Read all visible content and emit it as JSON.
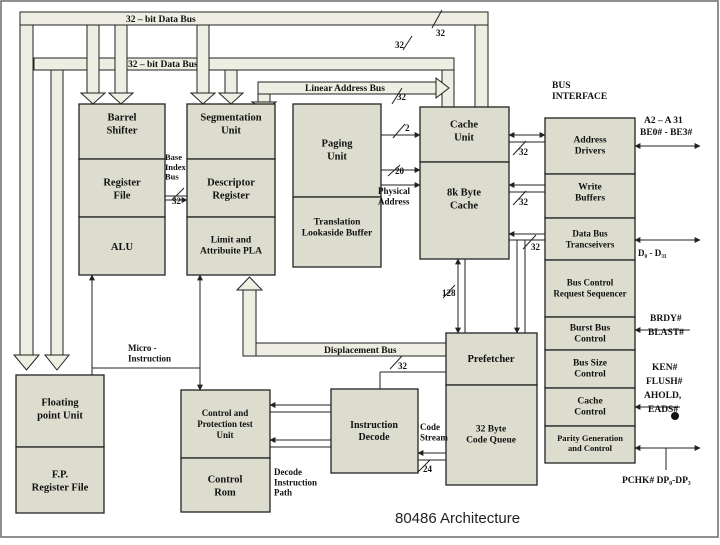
{
  "blocks": {
    "barrel_shifter": "Barrel Shifter",
    "register_file": "Register File",
    "alu": "ALU",
    "segmentation_unit": "Segmentation Unit",
    "descriptor_register": "Descriptor Register",
    "limit_attribute_pla": "Limit and Attribuite PLA",
    "paging_unit": "Paging Unit",
    "tlb": "Translation Lookaside Buffer",
    "cache_unit": "Cache Unit",
    "byte_cache": "8k Byte Cache",
    "address_drivers": "Address Drivers",
    "write_buffers": "Write Buffers",
    "data_bus_transceivers": "Data Bus Trancseivers",
    "bus_control_request_sequencer": "Bus Control Request Sequencer",
    "burst_bus_control": "Burst Bus Control",
    "bus_size_control": "Bus Size Control",
    "cache_control": "Cache Control",
    "parity_generation": "Parity Generation and Control",
    "prefetcher": "Prefetcher",
    "code_queue": "32 Byte Code Queue",
    "floating_point_unit": "Floating point Unit",
    "fp_register_file": "F.P. Register File",
    "control_protection": "Control and Protection test Unit",
    "control_rom": "Control Rom",
    "instruction_decode": "Instruction Decode"
  },
  "labels": {
    "data_bus_1": "32 – bit Data Bus",
    "data_bus_2": "32 – bit Data Bus",
    "linear_address_bus": "Linear Address Bus",
    "displacement_bus": "Displacement Bus",
    "base_index_bus": "Base Index Bus",
    "physical_address": "Physical Address",
    "micro_instruction": "Micro - Instruction",
    "decode_instruction_path": "Decode Instruction Path",
    "code_stream": "Code Stream",
    "bus_interface": "BUS INTERFACE"
  },
  "widths": {
    "w32_a": "32",
    "w32_b": "32",
    "w32_c": "32",
    "w32_d": "32",
    "w32_e": "32",
    "w32_f": "32",
    "w32_g": "32",
    "w32_h": "32",
    "w2": "2",
    "w20": "20",
    "w128": "128",
    "w24": "24"
  },
  "signals": {
    "addr": "A2 – A 31",
    "be": "BE0# - BE3#",
    "data": "D₀ - D₃₁",
    "brdy": "BRDY#",
    "blast": "BLAST#",
    "ken": "KEN#",
    "flush": "FLUSH#",
    "ahold": "AHOLD,",
    "eads": "EADS#",
    "pchk": "PCHK# DP₀-DP₃"
  },
  "caption": "80486 Architecture",
  "colors": {
    "block_fill": "#ddddcf",
    "bus_fill": "#eeeee2",
    "line": "#222222"
  }
}
